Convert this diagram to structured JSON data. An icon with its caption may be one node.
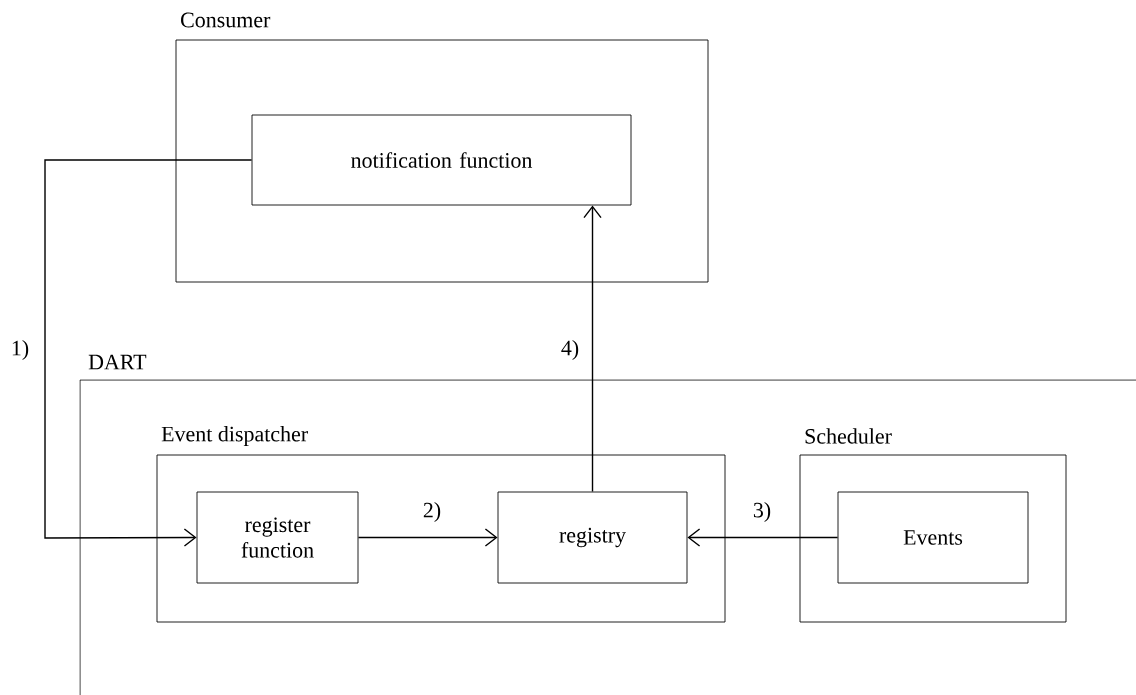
{
  "diagram": {
    "nodes": [
      {
        "text": [
          "Consumer"
        ]
      },
      {
        "text": [
          "notification function"
        ],
        "in": 0
      },
      {
        "text": [
          "DART"
        ]
      },
      {
        "text": [
          "Event dispatcher"
        ],
        "in": 2
      },
      {
        "text": [
          "register function"
        ],
        "in": 3
      },
      {
        "text": [
          "registry"
        ],
        "in": 3
      },
      {
        "text": [
          "Scheduler"
        ],
        "in": 2
      },
      {
        "text": [
          "Events"
        ],
        "in": 6
      }
    ],
    "edges": [
      {
        "from": 1,
        "to": 4,
        "arrow": "to",
        "label": "1)"
      },
      {
        "from": 4,
        "to": 5,
        "arrow": "to",
        "label": "2)"
      },
      {
        "from": 7,
        "to": 5,
        "arrow": "to",
        "label": "3)"
      },
      {
        "from": 5,
        "to": 1,
        "arrow": "to",
        "label": "4)"
      }
    ]
  }
}
